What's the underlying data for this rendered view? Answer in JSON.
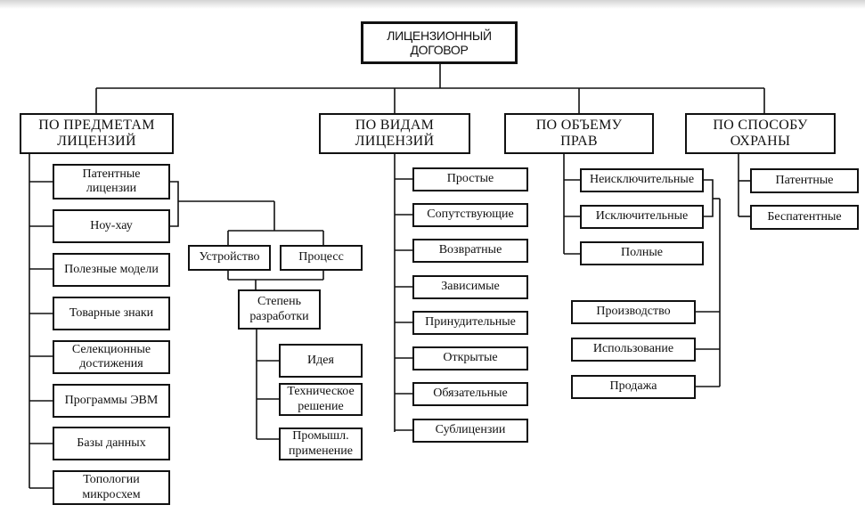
{
  "diagram": {
    "root": "ЛИЦЕНЗИОННЫЙ\nДОГОВОР",
    "categories": {
      "subjects": "ПО ПРЕДМЕТАМ\nЛИЦЕНЗИЙ",
      "types": "ПО ВИДАМ\nЛИЦЕНЗИЙ",
      "rights": "ПО ОБЪЕМУ\nПРАВ",
      "protection": "ПО СПОСОБУ\nОХРАНЫ"
    },
    "subjects": [
      "Патентные\nлицензии",
      "Ноу-хау",
      "Полезные модели",
      "Товарные знаки",
      "Селекционные\nдостижения",
      "Программы ЭВМ",
      "Базы данных",
      "Топологии\nмикросхем"
    ],
    "patent_objects": [
      "Устройство",
      "Процесс"
    ],
    "development_stage": "Степень\nразработки",
    "stages": [
      "Идея",
      "Техническое\nрешение",
      "Промышл.\nприменение"
    ],
    "types": [
      "Простые",
      "Сопутствующие",
      "Возвратные",
      "Зависимые",
      "Принудительные",
      "Открытые",
      "Обязательные",
      "Сублицензии"
    ],
    "rights": [
      "Неисключительные",
      "Исключительные",
      "Полные"
    ],
    "usage": [
      "Производство",
      "Использование",
      "Продажа"
    ],
    "protection": [
      "Патентные",
      "Беспатентные"
    ]
  }
}
